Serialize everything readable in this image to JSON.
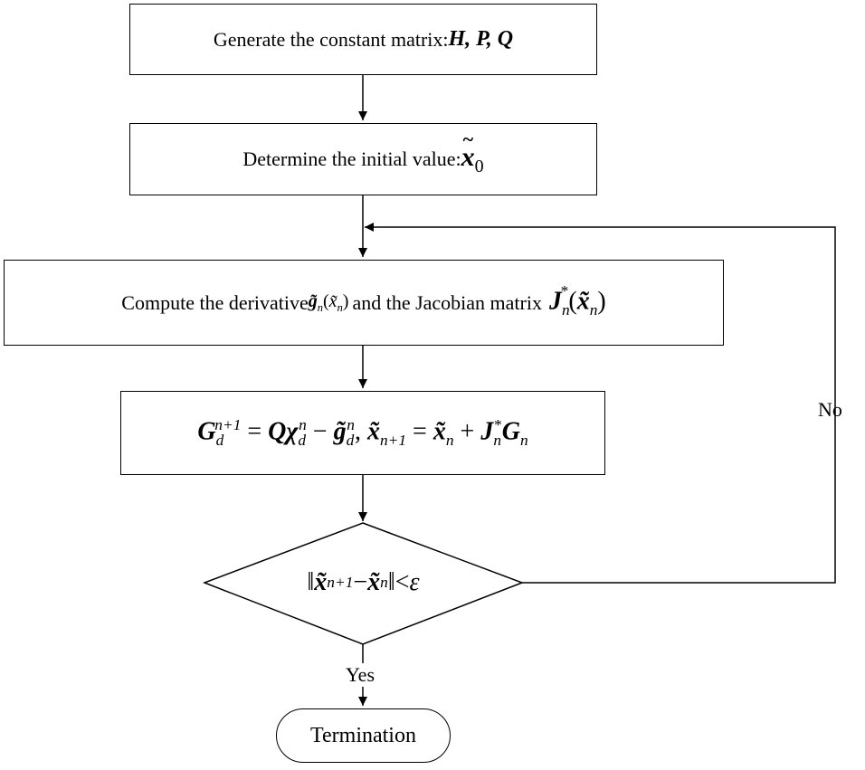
{
  "steps": {
    "generate": {
      "text": "Generate the constant matrix:",
      "symbols": "H, P, Q"
    },
    "determine": {
      "text": "Determine the initial value: ",
      "symbol": "x",
      "subscript": "0"
    },
    "compute": {
      "text1": "Compute the derivative ",
      "text2": " and the Jacobian matrix "
    },
    "update": {
      "formula": "G_d^{n+1} = Qχ_d^n − g̃_d^n, x̃_{n+1} = x̃_n + J_n^* G_n"
    },
    "decision": {
      "formula": "‖x̃_{n+1} − x̃_n‖ < ε"
    },
    "termination": "Termination"
  },
  "edges": {
    "no_label": "No",
    "yes_label": "Yes"
  }
}
